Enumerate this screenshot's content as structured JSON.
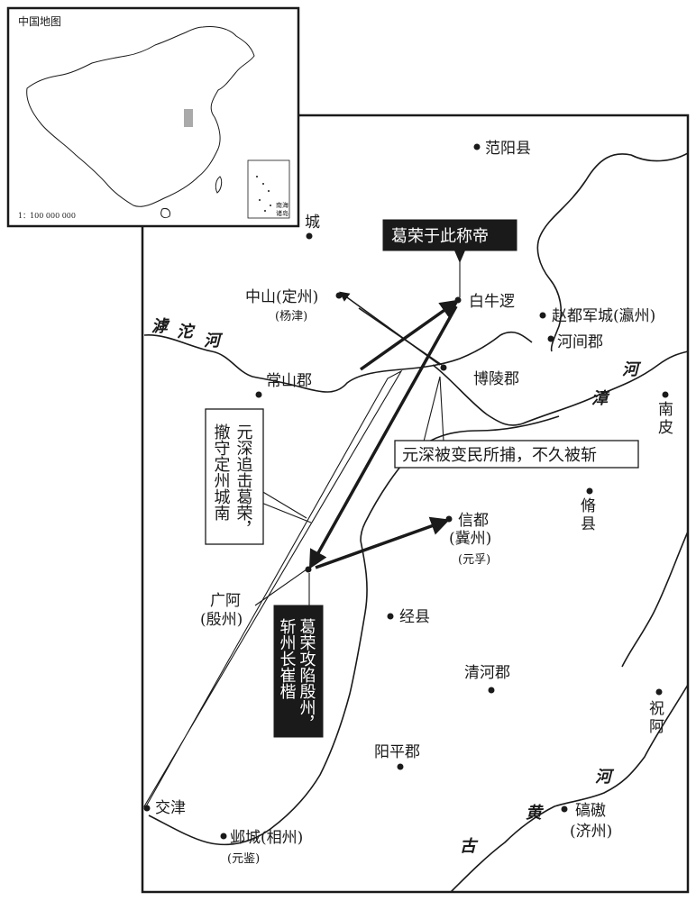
{
  "inset": {
    "title": "中国地图",
    "scale": "1：100 000 000",
    "sea_label_1": "南海",
    "sea_label_2": "诸岛"
  },
  "places": {
    "fanyang": "范阳县",
    "bailuo": "白牛逻",
    "zhongshan": "中山(定州)",
    "yangjin": "(杨津)",
    "changshan": "常山郡",
    "boling": "博陵郡",
    "zhaodu": "赵都军城(瀛州)",
    "hejian": "河间郡",
    "nanpi_1": "南",
    "nanpi_2": "皮",
    "xiuxian_1": "脩",
    "xiuxian_2": "县",
    "xindu_1": "信都",
    "xindu_2": "(冀州)",
    "yuanfu": "(元孚)",
    "guange_1": "广阿",
    "guange_2": "(殷州)",
    "jingxian": "经县",
    "qinghe": "清河郡",
    "zhua_1": "祝",
    "zhua_2": "阿",
    "yangping": "阳平郡",
    "jiaojin": "交津",
    "yecheng": "邺城(相州)",
    "yuanjian": "(元鉴)",
    "qiaoao_1": "碻磝",
    "qiaoao_2": "(济州)",
    "top_left_partial": "城"
  },
  "rivers": {
    "hutuo_1": "滹",
    "hutuo_2": "沱",
    "hutuo_3": "河",
    "zhanghe_1": "河",
    "zhanghe_2": "漳",
    "huanghe_1": "河",
    "huanghe_2": "黄",
    "huanghe_3": "古"
  },
  "annotations": {
    "proclaim": "葛荣于此称帝",
    "captured": "元深被变民所捕，不久被斩",
    "pursue_col1": "元深追击葛荣，",
    "pursue_col2": "撤守定州城南",
    "capture_col1": "葛荣攻陷殷州，",
    "capture_col2": "斩州长崔楷"
  }
}
